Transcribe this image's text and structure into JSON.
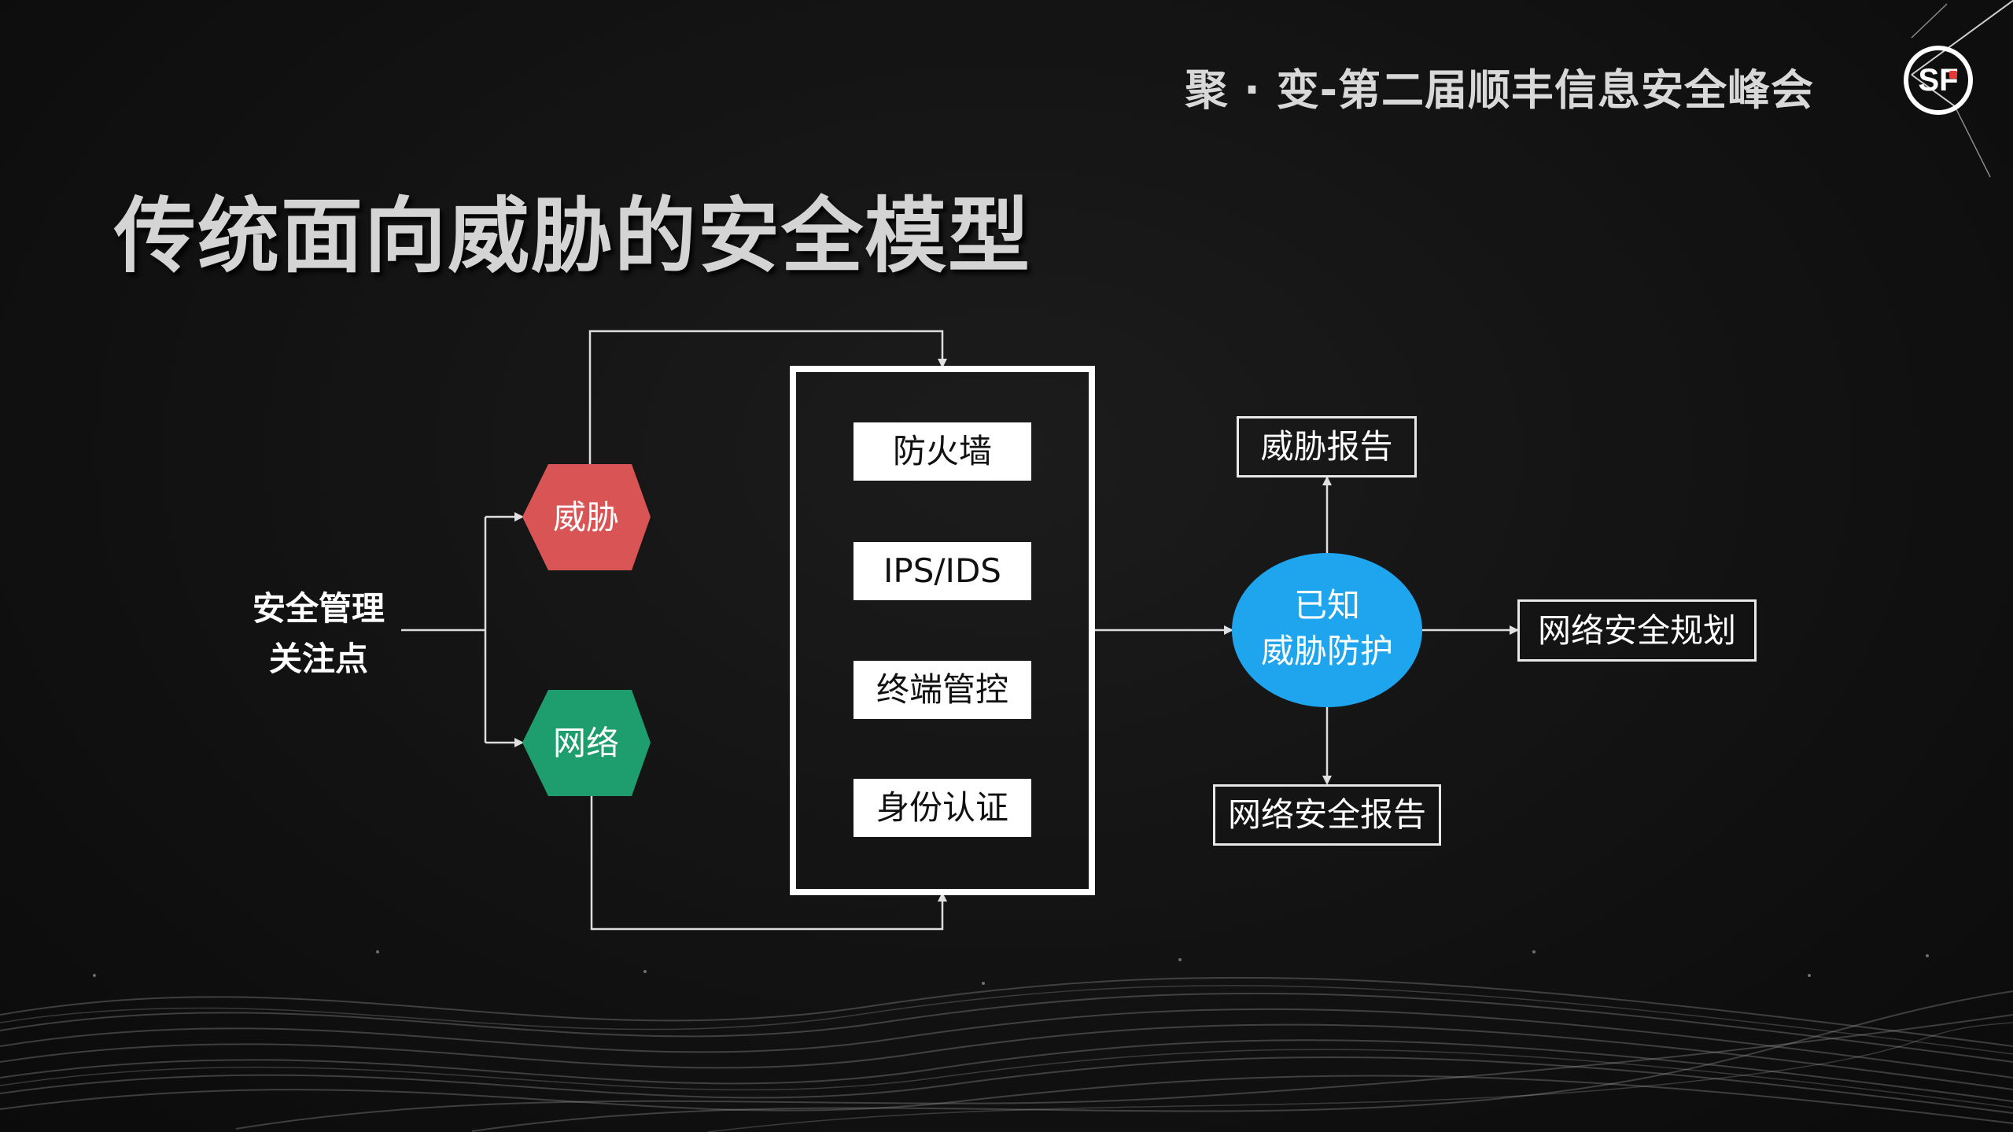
{
  "header": {
    "event_title": "聚 · 变-第二届顺丰信息安全峰会",
    "logo_text": "SF"
  },
  "slide": {
    "title": "传统面向威胁的安全模型"
  },
  "diagram": {
    "focus_label_line1": "安全管理",
    "focus_label_line2": "关注点",
    "threat_node": "威胁",
    "network_node": "网络",
    "controls": [
      "防火墙",
      "IPS/IDS",
      "终端管控",
      "身份认证"
    ],
    "center_node_line1": "已知",
    "center_node_line2": "威胁防护",
    "outputs": {
      "top": "威胁报告",
      "right": "网络安全规划",
      "bottom": "网络安全报告"
    },
    "colors": {
      "threat": "#d95454",
      "network": "#1e9e6e",
      "center": "#1fa4ee",
      "lines": "#dddddd"
    }
  }
}
